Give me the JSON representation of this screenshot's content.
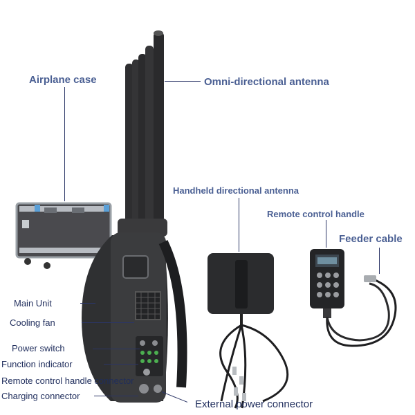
{
  "labels": {
    "airplane_case": "Airplane case",
    "omni_antenna": "Omni-directional antenna",
    "handheld_antenna": "Handheld directional antenna",
    "remote_handle": "Remote control handle",
    "feeder_cable": "Feeder cable",
    "main_unit": "Main Unit",
    "cooling_fan": "Cooling fan",
    "power_switch": "Power switch",
    "function_indicator": "Function indicator",
    "remote_connector": "Remote control handle connector",
    "charging_connector": "Charging connector",
    "external_power": "External power connector"
  },
  "colors": {
    "label_blue": "#4a5f93",
    "label_navy": "#1f2d5c",
    "device_dark": "#2b2c2e"
  }
}
